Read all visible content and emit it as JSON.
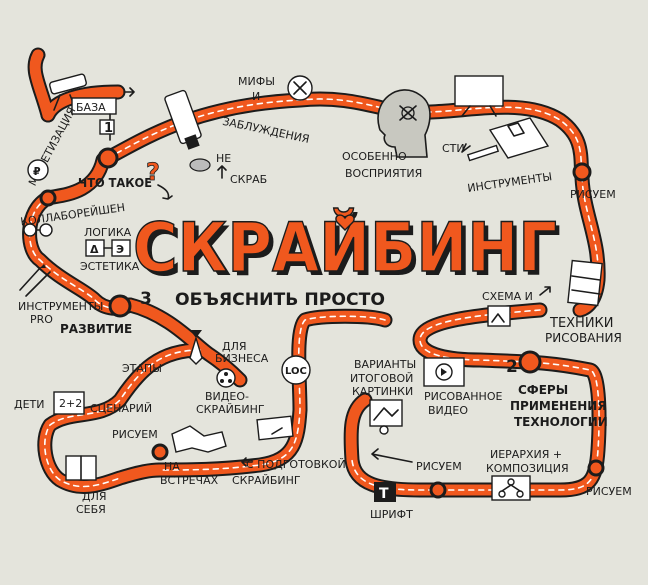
{
  "title": "СКРАЙБИНГ",
  "subtitle": "ОБЪЯСНИТЬ ПРОСТО",
  "colors": {
    "road": "#f0581e",
    "ink": "#1c1c1c",
    "background": "#e4e4dc"
  },
  "labels": {
    "baza": "БАЗА",
    "mify": "МИФЫ",
    "i": "И",
    "zabluzhdeniya": "ЗАБЛУЖДЕНИЯ",
    "osobennosti": "ОСОБЕННО",
    "sti": "СТИ",
    "vospriyatiya": "ВОСПРИЯТИЯ",
    "instrumenty": "ИНСТРУМЕНТЫ",
    "risuem_top": "РИСУЕМ",
    "chto_takoe": "ЧТО ТАКОЕ",
    "ne": "НЕ",
    "skrab": "СКРАБ",
    "monetizaciya": "МОНЕТИЗАЦИЯ",
    "kollaboreishen": "КОЛЛАБОРЕЙШЕН",
    "logika": "ЛОГИКА",
    "estetika": "ЭСТЕТИКА",
    "instrumenty_pro": "ИНСТРУМЕНТЫ",
    "pro": "PRO",
    "razvitie": "РАЗВИТИЕ",
    "shema_i": "СХЕМА И",
    "tehniki": "ТЕХНИКИ",
    "risovaniya": "РИСОВАНИЯ",
    "etapy": "ЭТАПЫ",
    "dlya_biznesa_1": "ДЛЯ",
    "dlya_biznesa_2": "БИЗНЕСА",
    "loc": "LOC",
    "varianty": "ВАРИАНТЫ",
    "itogovoy": "ИТОГОВОЙ",
    "kartinki": "КАРТИНКИ",
    "risovannoe": "РИСОВАННОЕ",
    "video": "ВИДЕО",
    "sfery": "СФЕРЫ",
    "primeneniya": "ПРИМЕНЕНИЯ",
    "tehnologii": "ТЕХНОЛОГИИ",
    "deti": "ДЕТИ",
    "two_plus_two": "2+2",
    "scenariy": "СЦЕНАРИЙ",
    "video_skraibing_1": "ВИДЕО-",
    "video_skraibing_2": "СКРАЙБИНГ",
    "risuem_mid": "РИСУЕМ",
    "na_vstrechah_1": "НА",
    "na_vstrechah_2": "ВСТРЕЧАХ",
    "s_podgotovkoy": "С ПОДГОТОВКОЙ",
    "skraibing_small": "СКРАЙБИНГ",
    "dlya_sebya_1": "ДЛЯ",
    "dlya_sebya_2": "СЕБЯ",
    "risuem_low": "РИСУЕМ",
    "ierarhiya": "ИЕРАРХИЯ +",
    "kompoziciya": "КОМПОЗИЦИЯ",
    "shrift": "ШРИФТ",
    "risuem_right": "РИСУЕМ",
    "n1": "1",
    "n2": "2",
    "n3": "3"
  }
}
